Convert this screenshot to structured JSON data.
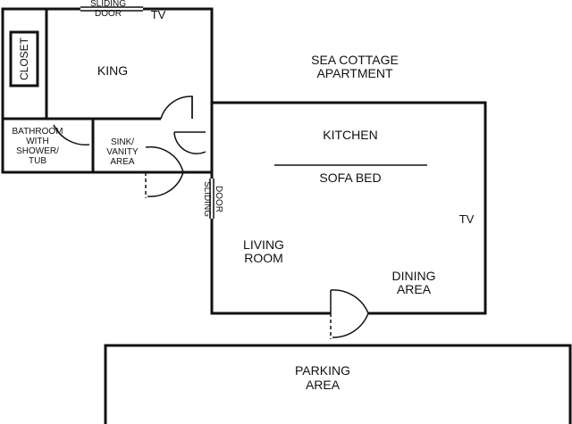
{
  "labels": {
    "sliding_door_top_1": "SLIDING",
    "sliding_door_top_2": "DOOR",
    "tv_bedroom": "TV",
    "closet": "CLOSET",
    "king": "KING",
    "bathroom_1": "BATHROOM",
    "bathroom_2": "WITH",
    "bathroom_3": "SHOWER/",
    "bathroom_4": "TUB",
    "sink_1": "SINK/",
    "sink_2": "VANITY",
    "sink_3": "AREA",
    "title_1": "SEA COTTAGE",
    "title_2": "APARTMENT",
    "kitchen": "KITCHEN",
    "sofa_bed": "SOFA BED",
    "sliding_door_side_1": "SLIDING",
    "sliding_door_side_2": "DOOR",
    "tv_living": "TV",
    "living_1": "LIVING",
    "living_2": "ROOM",
    "dining_1": "DINING",
    "dining_2": "AREA",
    "parking_1": "PARKING",
    "parking_2": "AREA"
  }
}
